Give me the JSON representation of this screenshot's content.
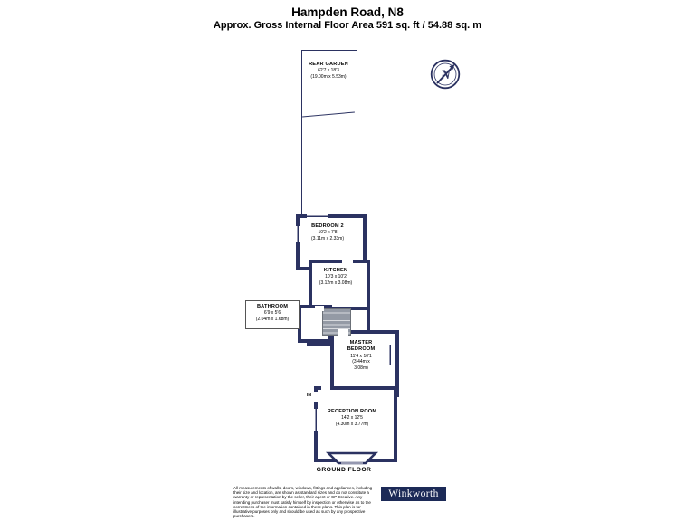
{
  "header": {
    "title": "Hampden Road, N8",
    "subtitle": "Approx. Gross Internal Floor Area 591 sq. ft / 54.88 sq. m"
  },
  "floorplan": {
    "compass_label": "N",
    "floor_label": "GROUND FLOOR",
    "entry_label": "IN",
    "rooms": {
      "rear_garden": {
        "name": "REAR GARDEN",
        "imperial": "62'7 x 18'3",
        "metric": "(19.00m x 5.53m)"
      },
      "bedroom2": {
        "name": "BEDROOM 2",
        "imperial": "10'2 x 7'8",
        "metric": "(3.11m x 2.33m)"
      },
      "kitchen": {
        "name": "KITCHEN",
        "imperial": "10'3 x 10'2",
        "metric": "(3.12m x 3.08m)"
      },
      "bathroom": {
        "name": "BATHROOM",
        "imperial": "6'9 x 5'6",
        "metric": "(2.04m x 1.68m)"
      },
      "master_bedroom": {
        "name": "MASTER BEDROOM",
        "imperial": "11'4 x 10'1",
        "metric": "(3.44m x 3.08m)"
      },
      "reception": {
        "name": "RECEPTION ROOM",
        "imperial": "14'2 x 12'5",
        "metric": "(4.30m x 3.77m)"
      }
    }
  },
  "footer": {
    "disclaimer": "All measurements of walls, doors, windows, fittings and appliances, including their size and location, are shown as standard sizes and do not constitute a warranty or representation by the seller, their agent or CP Creative. Any intending purchaser must satisfy himself by inspection or otherwise as to the correctness of the information contained in these plans. This plan is for illustrative purposes only and should be used as such by any prospective purchasers.",
    "brand": "Winkworth"
  },
  "colors": {
    "wall": "#2b3261",
    "logo_bg": "#1c2a57"
  }
}
